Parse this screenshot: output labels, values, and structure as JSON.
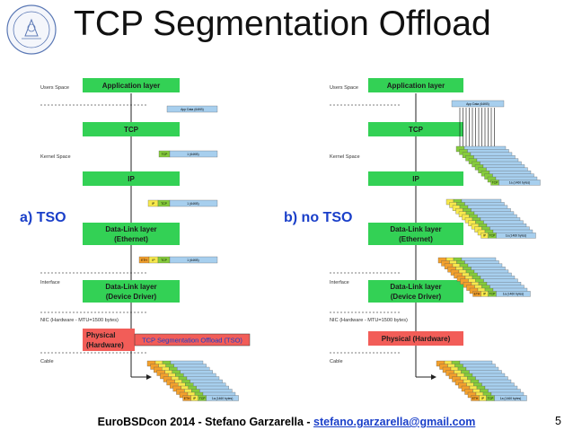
{
  "title": "TCP Segmentation Offload",
  "footer": {
    "text": "EuroBSDcon 2014 - Stefano Garzarella - ",
    "email": "stefano.garzarella@gmail.com"
  },
  "page_number": "5",
  "zones": {
    "users_space": "Users Space",
    "kernel_space": "Kernel Space",
    "interface": "Interface",
    "nic": "NIC (Hardware - MTU=1500 bytes)",
    "cable": "Cable"
  },
  "layers": {
    "application": "Application layer",
    "tcp": "TCP",
    "ip": "IP",
    "datalink_1": "Data-Link layer",
    "datalink_2": "(Ethernet)",
    "driver_1": "Data-Link layer",
    "driver_2": "(Device Driver)",
    "physical_1": "Physical",
    "physical_2": "(Hardware)",
    "physical_full": "Physical (Hardware)"
  },
  "tso_label": "TCP Segmentation Offload (TSO)",
  "panel_labels": {
    "a": "a) TSO",
    "b": "b) no TSO"
  },
  "packets": {
    "app_data": "App Data (64KB)",
    "eth": "ETH",
    "ip": "IP",
    "tcp": "TCP",
    "big_payload": "1 (64KB)",
    "small_payload": "1a (1460 bytes)"
  },
  "colors": {
    "title": "#111111",
    "label_blue": "#1a3fc9",
    "layer_green": "#33d155",
    "physical_red": "#f25d58",
    "payload_blue": "#a7cfee",
    "header_yellow": "#f7e94c",
    "header_green": "#86cc3c",
    "header_orange": "#f3a02c",
    "header_red": "#e8563a"
  },
  "icons": {
    "logo": "university-seal-icon"
  }
}
